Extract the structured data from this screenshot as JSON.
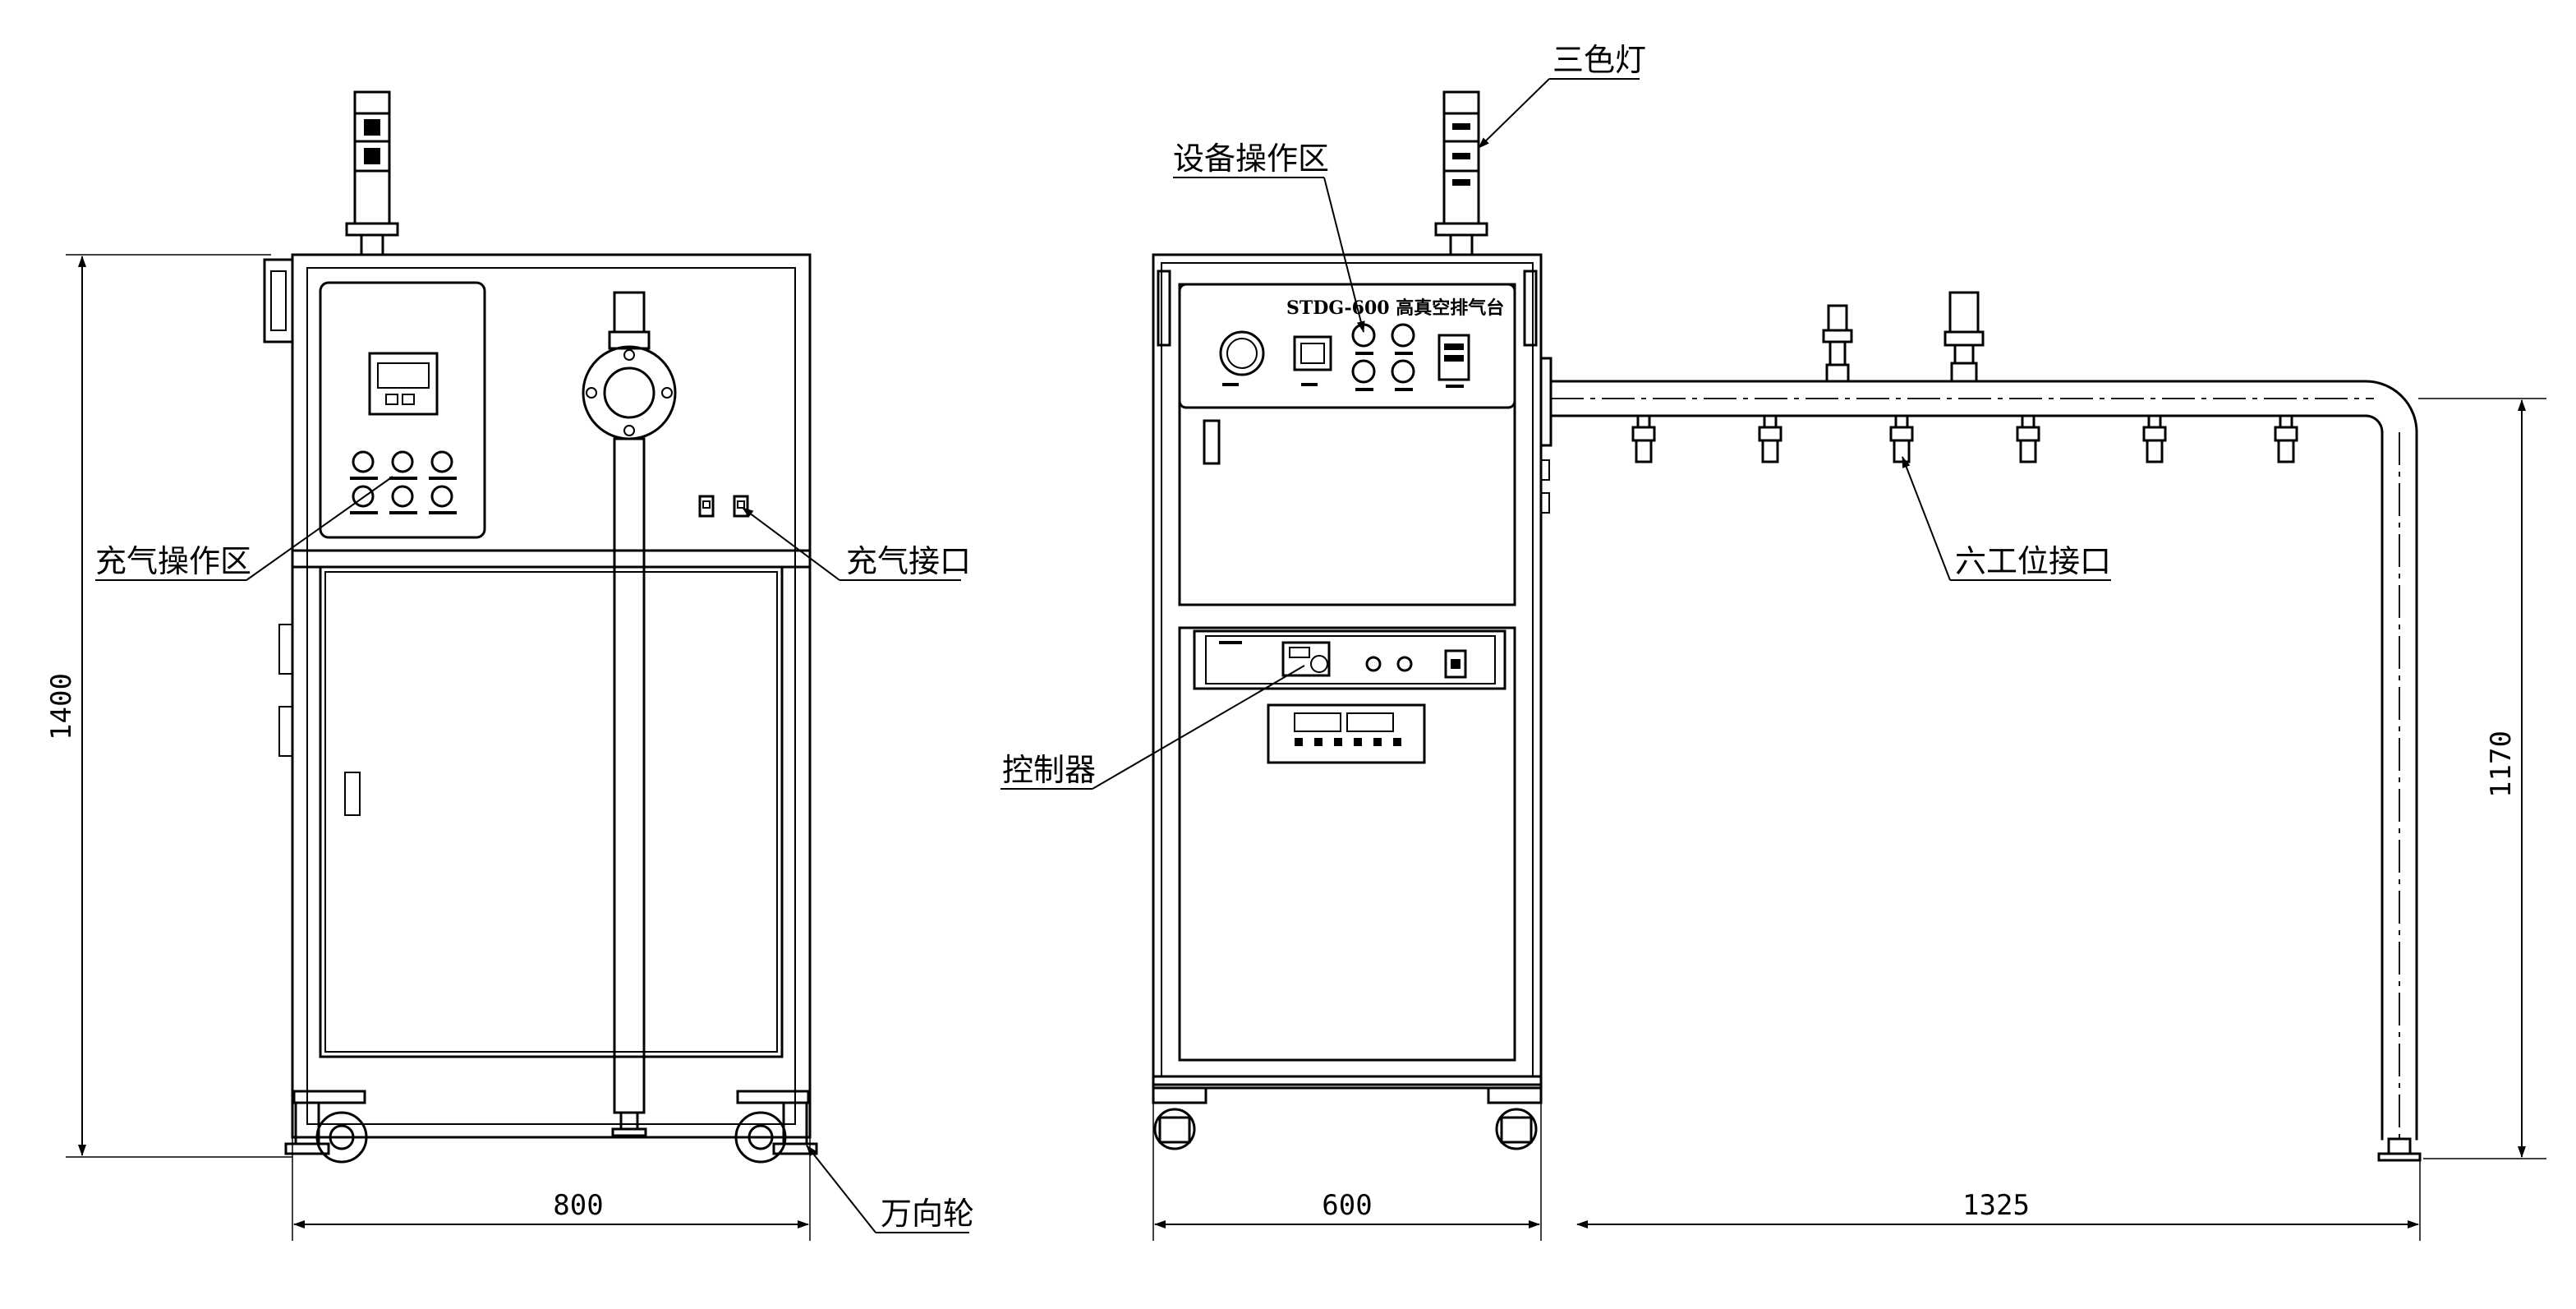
{
  "callouts": {
    "fill_operation_area": "充气操作区",
    "fill_port": "充气接口",
    "casters": "万向轮",
    "tri_color_light": "三色灯",
    "device_operation_area": "设备操作区",
    "controller": "控制器",
    "six_station_ports": "六工位接口"
  },
  "dimensions": {
    "height_left": "1400",
    "width_front": "800",
    "width_side": "600",
    "pipe_length": "1325",
    "pipe_height": "1170"
  },
  "panel_title": "STDG-600 高真空排气台"
}
